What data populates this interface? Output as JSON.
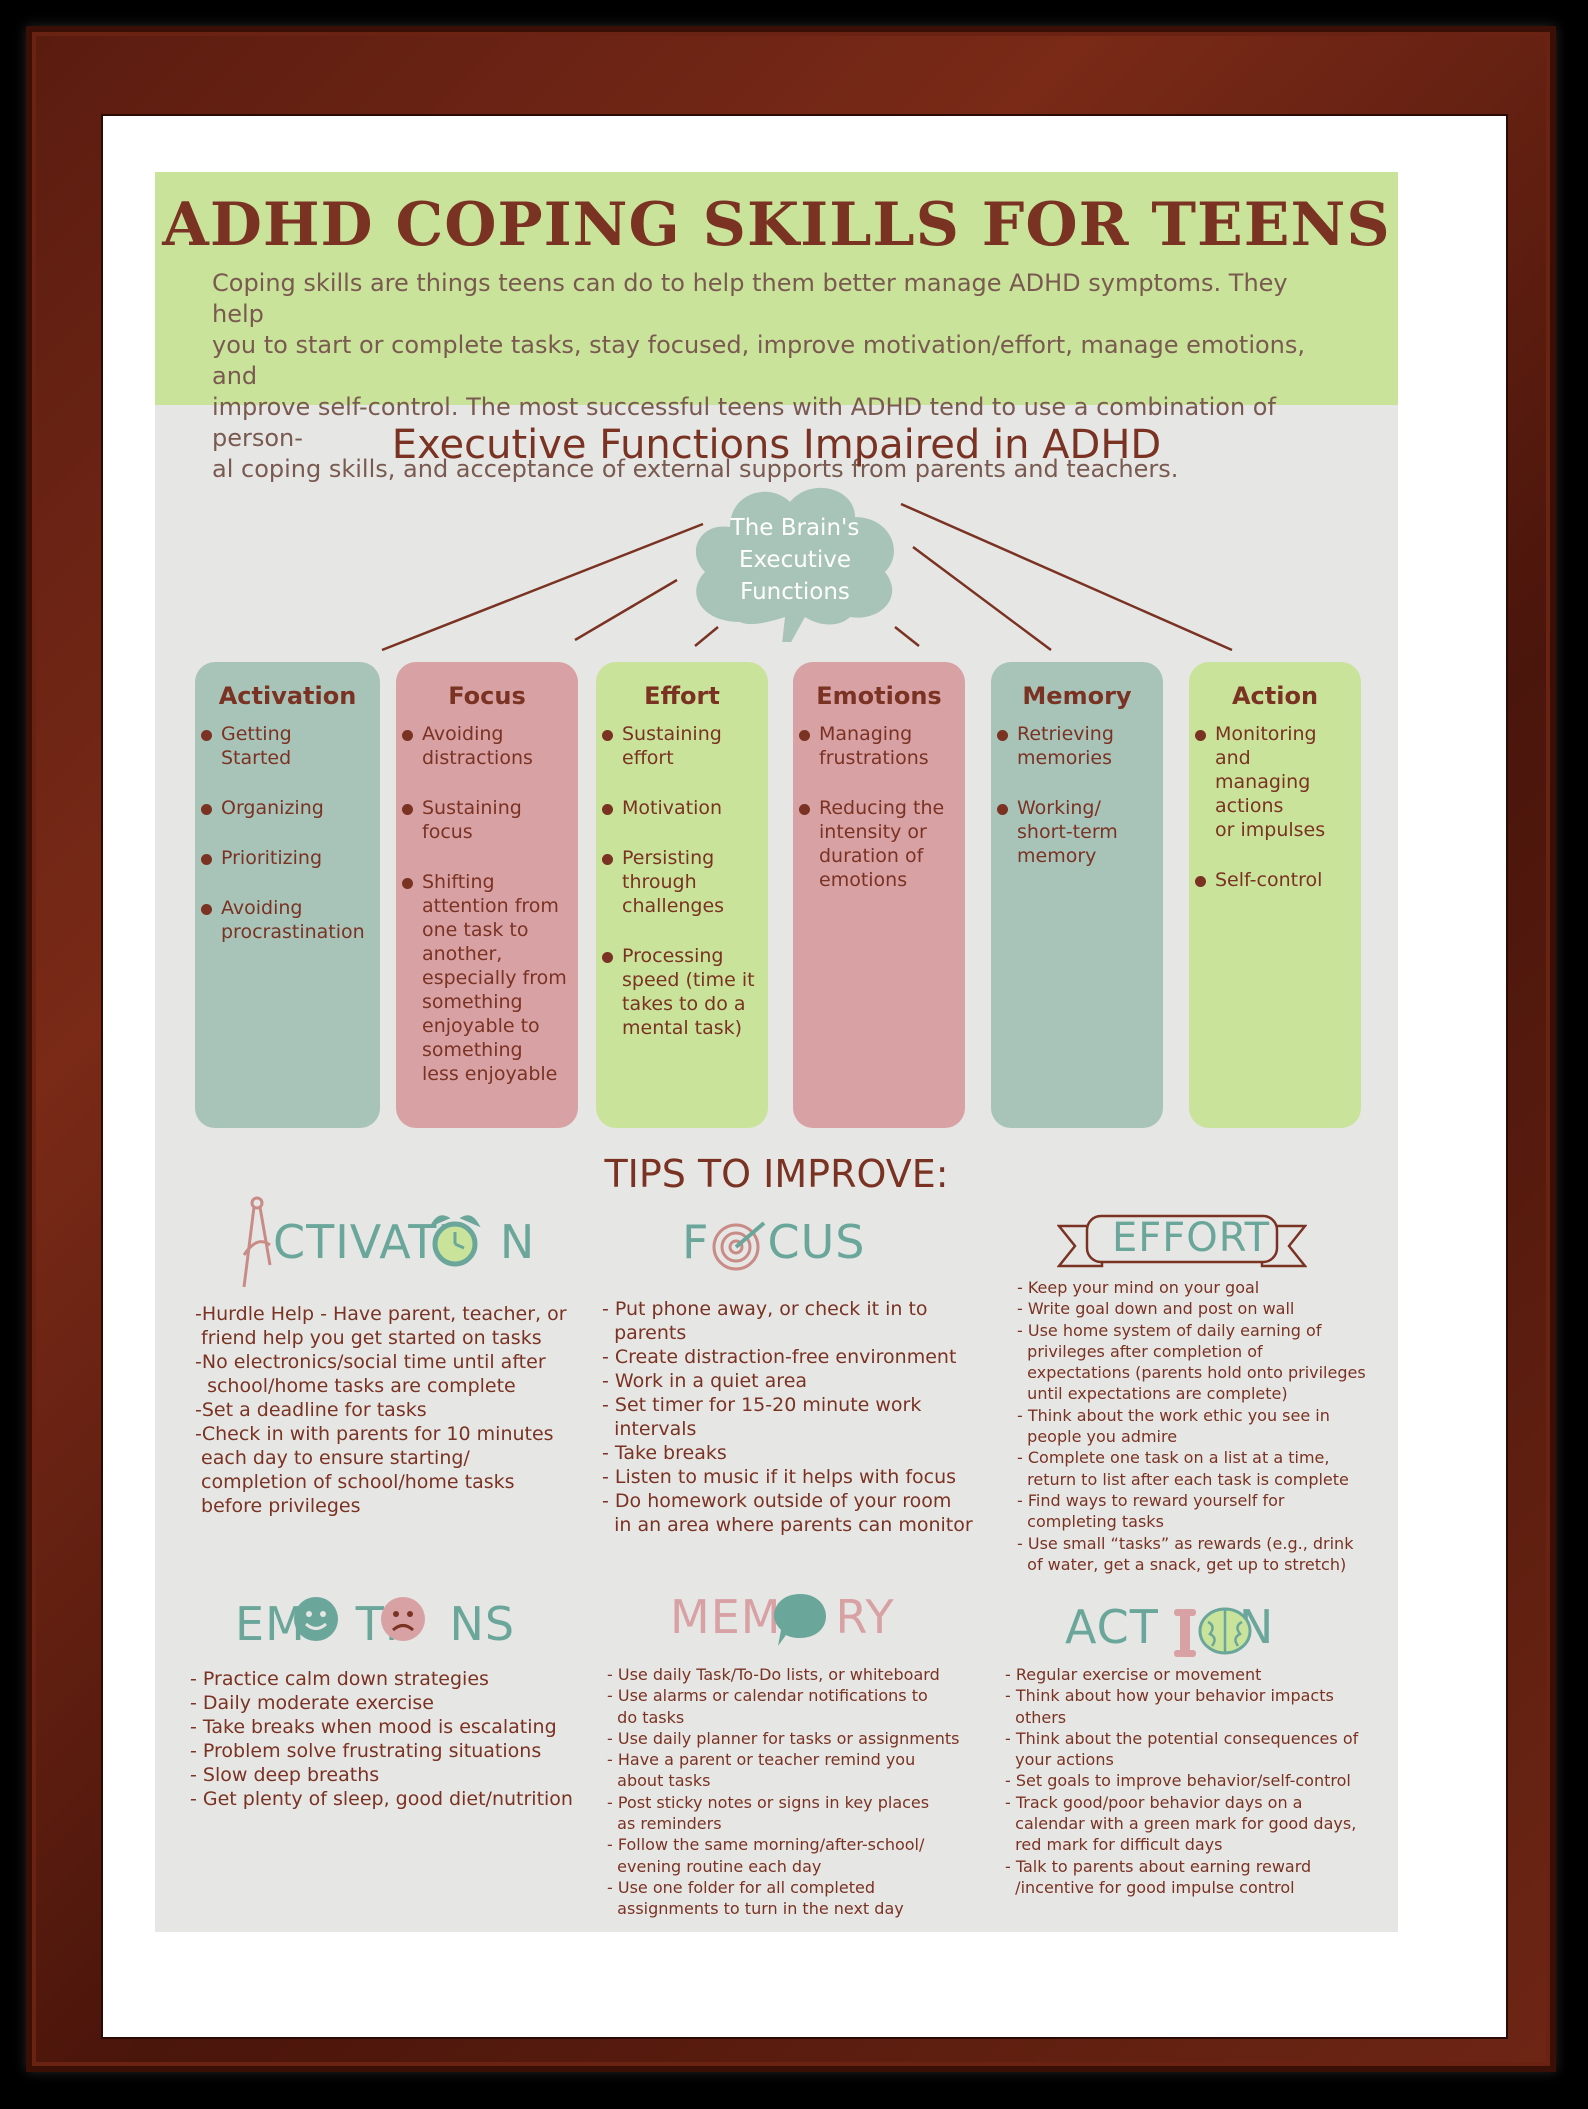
{
  "title": "ADHD COPING SKILLS FOR TEENS",
  "intro": [
    "Coping skills are things teens can do to help them better manage ADHD symptoms.  They help",
    "you to start or complete tasks, stay focused, improve motivation/effort, manage emotions, and",
    "improve self-control.  The most successful teens with ADHD tend to use a combination of person-",
    "al coping skills, and acceptance of external supports from parents and teachers."
  ],
  "ef_title": "Executive Functions Impaired in ADHD",
  "brain_label": [
    "The Brain's",
    "Executive",
    "Functions"
  ],
  "colors": {
    "teal": "#a8c4b9",
    "pink": "#d8a1a4",
    "lime": "#c9e39b",
    "brown": "#7a3222",
    "frame": "#5a1c10"
  },
  "functions": [
    {
      "name": "Activation",
      "color": "teal",
      "items": [
        "Getting\nStarted",
        "Organizing",
        "Prioritizing",
        "Avoiding\nprocrastination"
      ]
    },
    {
      "name": "Focus",
      "color": "pink",
      "items": [
        "Avoiding\ndistractions",
        "Sustaining\nfocus",
        "Shifting\nattention from\none task to\nanother,\nespecially from\nsomething\nenjoyable to\nsomething\nless enjoyable"
      ]
    },
    {
      "name": "Effort",
      "color": "lime",
      "items": [
        "Sustaining\neffort",
        "Motivation",
        "Persisting\nthrough\nchallenges",
        "Processing\nspeed (time it\ntakes to do a\nmental task)"
      ]
    },
    {
      "name": "Emotions",
      "color": "pink",
      "items": [
        "Managing\nfrustrations",
        "Reducing the\nintensity or\nduration of\nemotions"
      ]
    },
    {
      "name": "Memory",
      "color": "teal",
      "items": [
        "Retrieving\nmemories",
        "Working/\nshort-term\nmemory"
      ]
    },
    {
      "name": "Action",
      "color": "lime",
      "items": [
        "Monitoring\nand\nmanaging\nactions\nor impulses",
        "Self-control"
      ]
    }
  ],
  "tips_title": "TIPS TO IMPROVE:",
  "tips": {
    "activation": {
      "heading_parts": [
        "CTIVATI",
        "N"
      ],
      "lines": [
        "-Hurdle Help - Have parent, teacher, or",
        " friend help you get started on tasks",
        "-No electronics/social time until after",
        "  school/home tasks are complete",
        "-Set a deadline for tasks",
        "-Check in with parents for 10 minutes",
        " each day to ensure starting/",
        " completion of school/home tasks",
        " before privileges"
      ]
    },
    "focus": {
      "heading_parts": [
        "F",
        "CUS"
      ],
      "lines": [
        "- Put phone away, or check it in to",
        "  parents",
        "- Create distraction-free environment",
        "- Work in a quiet area",
        "- Set timer for 15-20 minute work",
        "  intervals",
        "- Take breaks",
        "- Listen to music if it helps with focus",
        "- Do homework outside of your room",
        "  in an area where parents can monitor"
      ]
    },
    "effort": {
      "heading": "EFFORT",
      "lines": [
        "- Keep your mind on your goal",
        "- Write goal down and post on wall",
        "- Use home system of daily earning of",
        "  privileges after completion of",
        "  expectations (parents hold onto privileges",
        "  until expectations are complete)",
        "- Think about the work ethic you see in",
        "  people you admire",
        "- Complete one task on a list at a time,",
        "  return to list after each task is complete",
        "- Find ways to reward yourself for",
        "  completing tasks",
        "- Use small “tasks” as rewards (e.g., drink",
        "  of water, get a snack, get up to stretch)"
      ]
    },
    "emotions": {
      "heading_parts": [
        "EM",
        "TI",
        "NS"
      ],
      "lines": [
        "- Practice calm down strategies",
        "- Daily moderate exercise",
        "- Take breaks when mood is escalating",
        "- Problem solve frustrating situations",
        "- Slow deep breaths",
        "- Get plenty of sleep, good diet/nutrition"
      ]
    },
    "memory": {
      "heading_parts": [
        "MEM",
        "RY"
      ],
      "lines": [
        "- Use daily Task/To-Do lists, or whiteboard",
        "- Use alarms or calendar notifications to",
        "  do tasks",
        "- Use daily planner for tasks or assignments",
        "- Have a parent or teacher remind you",
        "  about tasks",
        "- Post sticky notes or signs in key places",
        "  as reminders",
        "- Follow the same morning/after-school/",
        "  evening routine each day",
        "- Use one folder for all completed",
        "  assignments to turn in the next day"
      ]
    },
    "action": {
      "heading_parts": [
        "ACT",
        "N"
      ],
      "lines": [
        "- Regular exercise or movement",
        "- Think about how your behavior impacts",
        "  others",
        "- Think about the potential consequences of",
        "  your actions",
        "- Set goals to improve behavior/self-control",
        "- Track good/poor behavior days on a",
        "  calendar with a green mark for good days,",
        "  red mark for difficult days",
        "- Talk to parents about earning reward",
        "  /incentive for good impulse control"
      ]
    }
  }
}
